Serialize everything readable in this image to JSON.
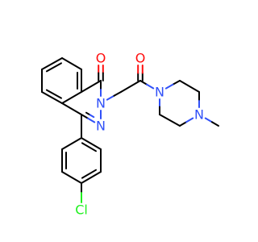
{
  "diagram_type": "chemical-structure",
  "colors": {
    "bond": "#000000",
    "O": "#ff0d0d",
    "N": "#3050f8",
    "Cl": "#1ff01f",
    "background": "#ffffff"
  },
  "atoms": [
    {
      "id": "a1",
      "element": "O",
      "label": "O"
    },
    {
      "id": "a2",
      "element": "C",
      "label": ""
    },
    {
      "id": "a3",
      "element": "C",
      "label": ""
    },
    {
      "id": "a4",
      "element": "C",
      "label": ""
    },
    {
      "id": "a5",
      "element": "C",
      "label": ""
    },
    {
      "id": "a6",
      "element": "C",
      "label": ""
    },
    {
      "id": "a7",
      "element": "C",
      "label": ""
    },
    {
      "id": "a8",
      "element": "C",
      "label": ""
    },
    {
      "id": "a9",
      "element": "C",
      "label": ""
    },
    {
      "id": "a10",
      "element": "N",
      "label": "N"
    },
    {
      "id": "a11",
      "element": "N",
      "label": "N"
    },
    {
      "id": "a12",
      "element": "C",
      "label": ""
    },
    {
      "id": "a13",
      "element": "C",
      "label": ""
    },
    {
      "id": "a14",
      "element": "O",
      "label": "O"
    },
    {
      "id": "a15",
      "element": "N",
      "label": "N"
    },
    {
      "id": "a16",
      "element": "C",
      "label": ""
    },
    {
      "id": "a17",
      "element": "C",
      "label": ""
    },
    {
      "id": "a18",
      "element": "N",
      "label": "N"
    },
    {
      "id": "a19",
      "element": "C",
      "label": ""
    },
    {
      "id": "a20",
      "element": "C",
      "label": ""
    },
    {
      "id": "a21",
      "element": "C",
      "label": ""
    },
    {
      "id": "a22",
      "element": "C",
      "label": ""
    },
    {
      "id": "a23",
      "element": "C",
      "label": ""
    },
    {
      "id": "a24",
      "element": "C",
      "label": ""
    },
    {
      "id": "a25",
      "element": "C",
      "label": ""
    },
    {
      "id": "a26",
      "element": "C",
      "label": ""
    },
    {
      "id": "a27",
      "element": "C",
      "label": ""
    },
    {
      "id": "a28",
      "element": "Cl",
      "label": "Cl"
    },
    {
      "id": "a29",
      "element": "C",
      "label": ""
    }
  ],
  "bonds": [
    {
      "from": "a1",
      "to": "a2",
      "order": 2
    },
    {
      "from": "a2",
      "to": "a3",
      "order": 1
    },
    {
      "from": "a3",
      "to": "a4",
      "order": 2
    },
    {
      "from": "a4",
      "to": "a5",
      "order": 1
    },
    {
      "from": "a5",
      "to": "a6",
      "order": 2
    },
    {
      "from": "a6",
      "to": "a7",
      "order": 1
    },
    {
      "from": "a7",
      "to": "a8",
      "order": 2
    },
    {
      "from": "a8",
      "to": "a3",
      "order": 1
    },
    {
      "from": "a8",
      "to": "a9",
      "order": 1
    },
    {
      "from": "a9",
      "to": "a10",
      "order": 2
    },
    {
      "from": "a10",
      "to": "a11",
      "order": 1
    },
    {
      "from": "a11",
      "to": "a2",
      "order": 1
    },
    {
      "from": "a11",
      "to": "a12",
      "order": 1
    },
    {
      "from": "a12",
      "to": "a13",
      "order": 1
    },
    {
      "from": "a13",
      "to": "a14",
      "order": 2
    },
    {
      "from": "a13",
      "to": "a15",
      "order": 1
    },
    {
      "from": "a15",
      "to": "a16",
      "order": 1
    },
    {
      "from": "a16",
      "to": "a17",
      "order": 1
    },
    {
      "from": "a17",
      "to": "a18",
      "order": 1
    },
    {
      "from": "a18",
      "to": "a19",
      "order": 1
    },
    {
      "from": "a19",
      "to": "a20",
      "order": 1
    },
    {
      "from": "a20",
      "to": "a15",
      "order": 1
    },
    {
      "from": "a18",
      "to": "a29",
      "order": 1
    },
    {
      "from": "a9",
      "to": "a21",
      "order": 1
    },
    {
      "from": "a21",
      "to": "a22",
      "order": 2
    },
    {
      "from": "a22",
      "to": "a23",
      "order": 1
    },
    {
      "from": "a23",
      "to": "a24",
      "order": 2
    },
    {
      "from": "a24",
      "to": "a25",
      "order": 1
    },
    {
      "from": "a25",
      "to": "a26",
      "order": 2
    },
    {
      "from": "a26",
      "to": "a21",
      "order": 1
    },
    {
      "from": "a24",
      "to": "a28",
      "order": 1
    }
  ]
}
